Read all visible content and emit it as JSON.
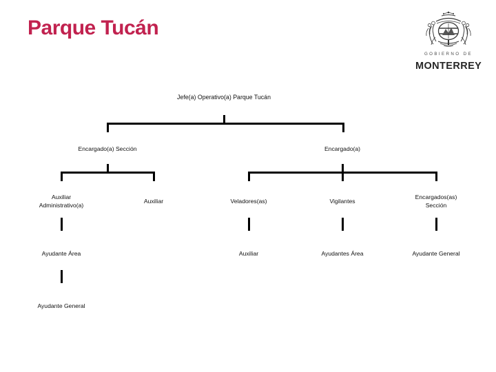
{
  "slide": {
    "title": "Parque Tucán",
    "background_color": "#ffffff",
    "title_color": "#c1224f"
  },
  "logo": {
    "name": "gobierno-de-monterrey-logo",
    "supra_text": "GOBIERNO DE",
    "word_text": "MONTERREY"
  },
  "org_chart": {
    "type": "organizational-chart",
    "levels": 5,
    "nodes": {
      "root": "Jefe(a) Operativo(a) Parque Tucán",
      "l2_left": "Encargado(a) Sección",
      "l2_right": "Encargado(a)",
      "l3_a": "Auxiliar\nAdministrativo(a)",
      "l3_b": "Auxiliar",
      "l3_c": "Veladores(as)",
      "l3_d": "Vigilantes",
      "l3_e": "Encargados(as)\nSección",
      "l4_a": "Ayudante Área",
      "l4_c": "Auxiliar",
      "l4_d": "Ayudantes Área",
      "l4_e": "Ayudante General",
      "l5_a": "Ayudante General"
    }
  }
}
